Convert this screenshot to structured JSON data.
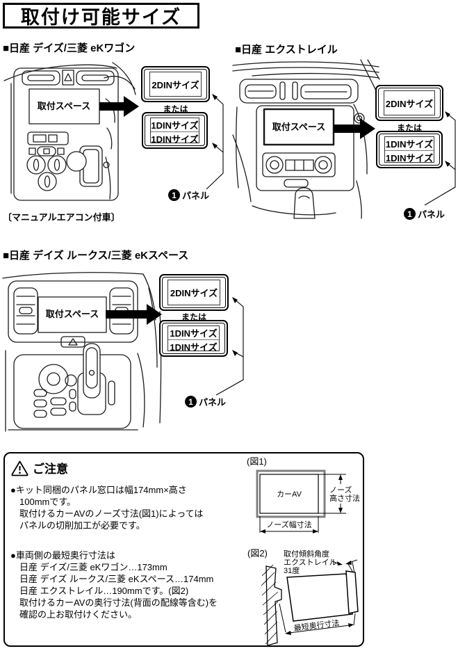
{
  "page": {
    "title": "取付け可能サイズ"
  },
  "sections": [
    {
      "heading": "■日産 デイズ/三菱 eKワゴン",
      "space_label": "取付スペース",
      "caption": "〔マニュアルエアコン付車〕"
    },
    {
      "heading": "■日産 エクストレイル",
      "space_label": "取付スペース"
    },
    {
      "heading": "■日産 デイズ ルークス/三菱 eKスペース",
      "space_label": "取付スペース"
    }
  ],
  "din": {
    "two_din": "2DINサイズ",
    "or_label": "または",
    "one_din": "1DINサイズ",
    "panel_num": "1",
    "panel_label": "パネル"
  },
  "caution": {
    "heading": "ご注意",
    "bullet1_lines": [
      "●キット同梱のパネル窓口は幅174mm×高さ",
      "100mmです。",
      "取付けるカーAVのノーズ寸法(図1)によっては",
      "パネルの切削加工が必要です。"
    ],
    "bullet2_lines": [
      "●車両側の最短奥行寸法は",
      "日産 デイズ/三菱 eKワゴン…173mm",
      "日産 デイズ ルークス/三菱 eKスペース…174mm",
      "日産 エクストレイル…190mmです。(図2)",
      "取付けるカーAVの奥行寸法(背面の配線等含む)を",
      "確認の上お取付けください。"
    ]
  },
  "fig1": {
    "label": "(図1)",
    "unit_label": "カーAV",
    "height_dim_line1": "ノーズ",
    "height_dim_line2": "高さ寸法",
    "width_dim": "ノーズ幅寸法"
  },
  "fig2": {
    "label": "(図2)",
    "tilt_line1": "取付傾斜角度",
    "tilt_line2": "エクストレイル",
    "tilt_line3": "31度",
    "depth_dim": "最短奥行寸法"
  },
  "colors": {
    "ink": "#000000",
    "frame_gray": "#808080"
  }
}
